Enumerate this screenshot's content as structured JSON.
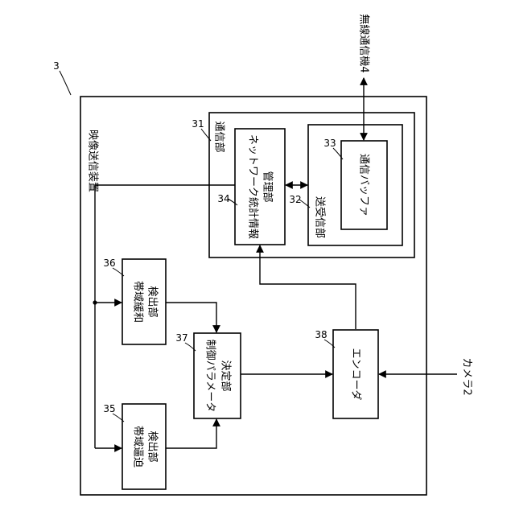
{
  "labels": {
    "device": "映像送信装置",
    "comm_unit": "通信部",
    "net_stats": "ネットワーク統計情報",
    "net_stats_2": "管理部",
    "transceiver": "送受信部",
    "buffer": "通信バッファ",
    "relax": "帯域緩和",
    "relax_2": "検出部",
    "tight": "帯域逼迫",
    "tight_2": "検出部",
    "param": "制御パラメータ",
    "param_2": "決定部",
    "encoder": "エンコーダ",
    "camera": "カメラ2",
    "wireless": "無線通信機4"
  },
  "refs": {
    "device": "3",
    "comm_unit": "31",
    "transceiver": "32",
    "buffer": "33",
    "net_stats": "34",
    "tight": "35",
    "relax": "36",
    "param": "37",
    "encoder": "38"
  }
}
